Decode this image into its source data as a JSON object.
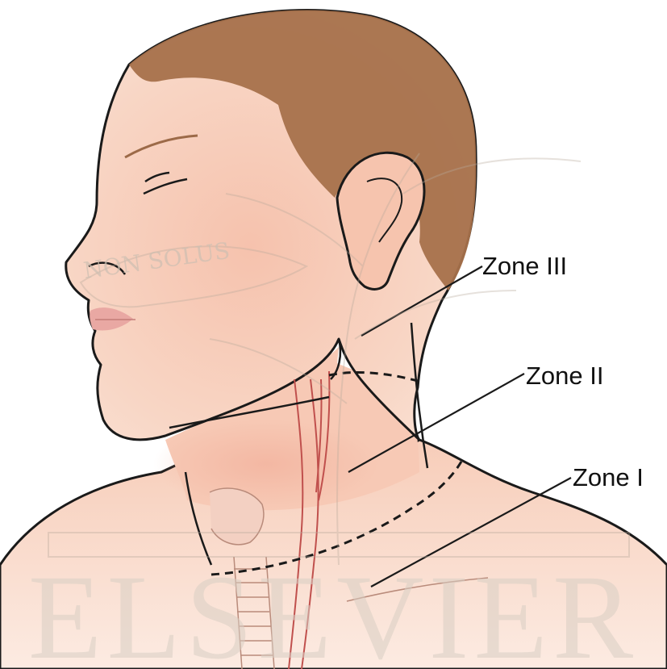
{
  "labels": {
    "zone_3": "Zone III",
    "zone_2": "Zone II",
    "zone_1": "Zone I"
  },
  "watermark": {
    "publisher": "ELSEVIER",
    "motto": "NON SOLUS"
  },
  "colors": {
    "skin": "#f7d2bf",
    "skin_shadow": "#f2b9a3",
    "hair": "#a6714b",
    "outline": "#1a1a1a",
    "artery": "#c0504d",
    "watermark": "#d9cfc4"
  }
}
